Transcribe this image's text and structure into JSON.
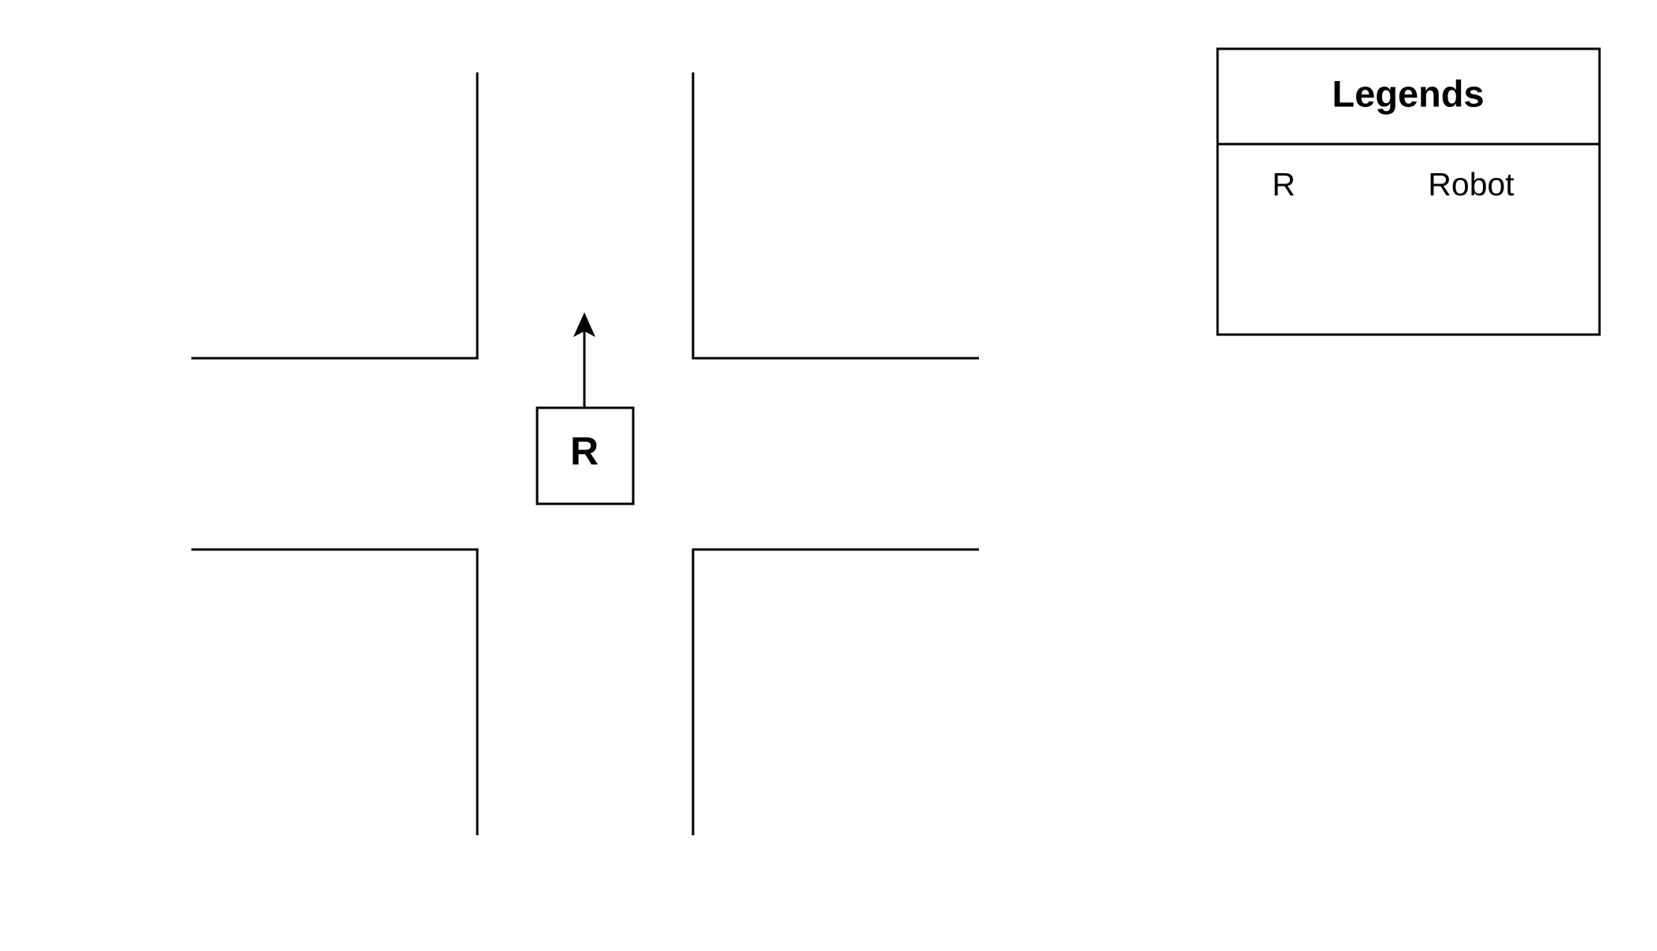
{
  "diagram": {
    "description_elements": {
      "intersection": "four-way-crossroad",
      "robot_direction": "north"
    },
    "robot": {
      "label": "R"
    },
    "legend": {
      "title": "Legends",
      "entries": [
        {
          "symbol": "R",
          "meaning": "Robot"
        }
      ]
    }
  }
}
